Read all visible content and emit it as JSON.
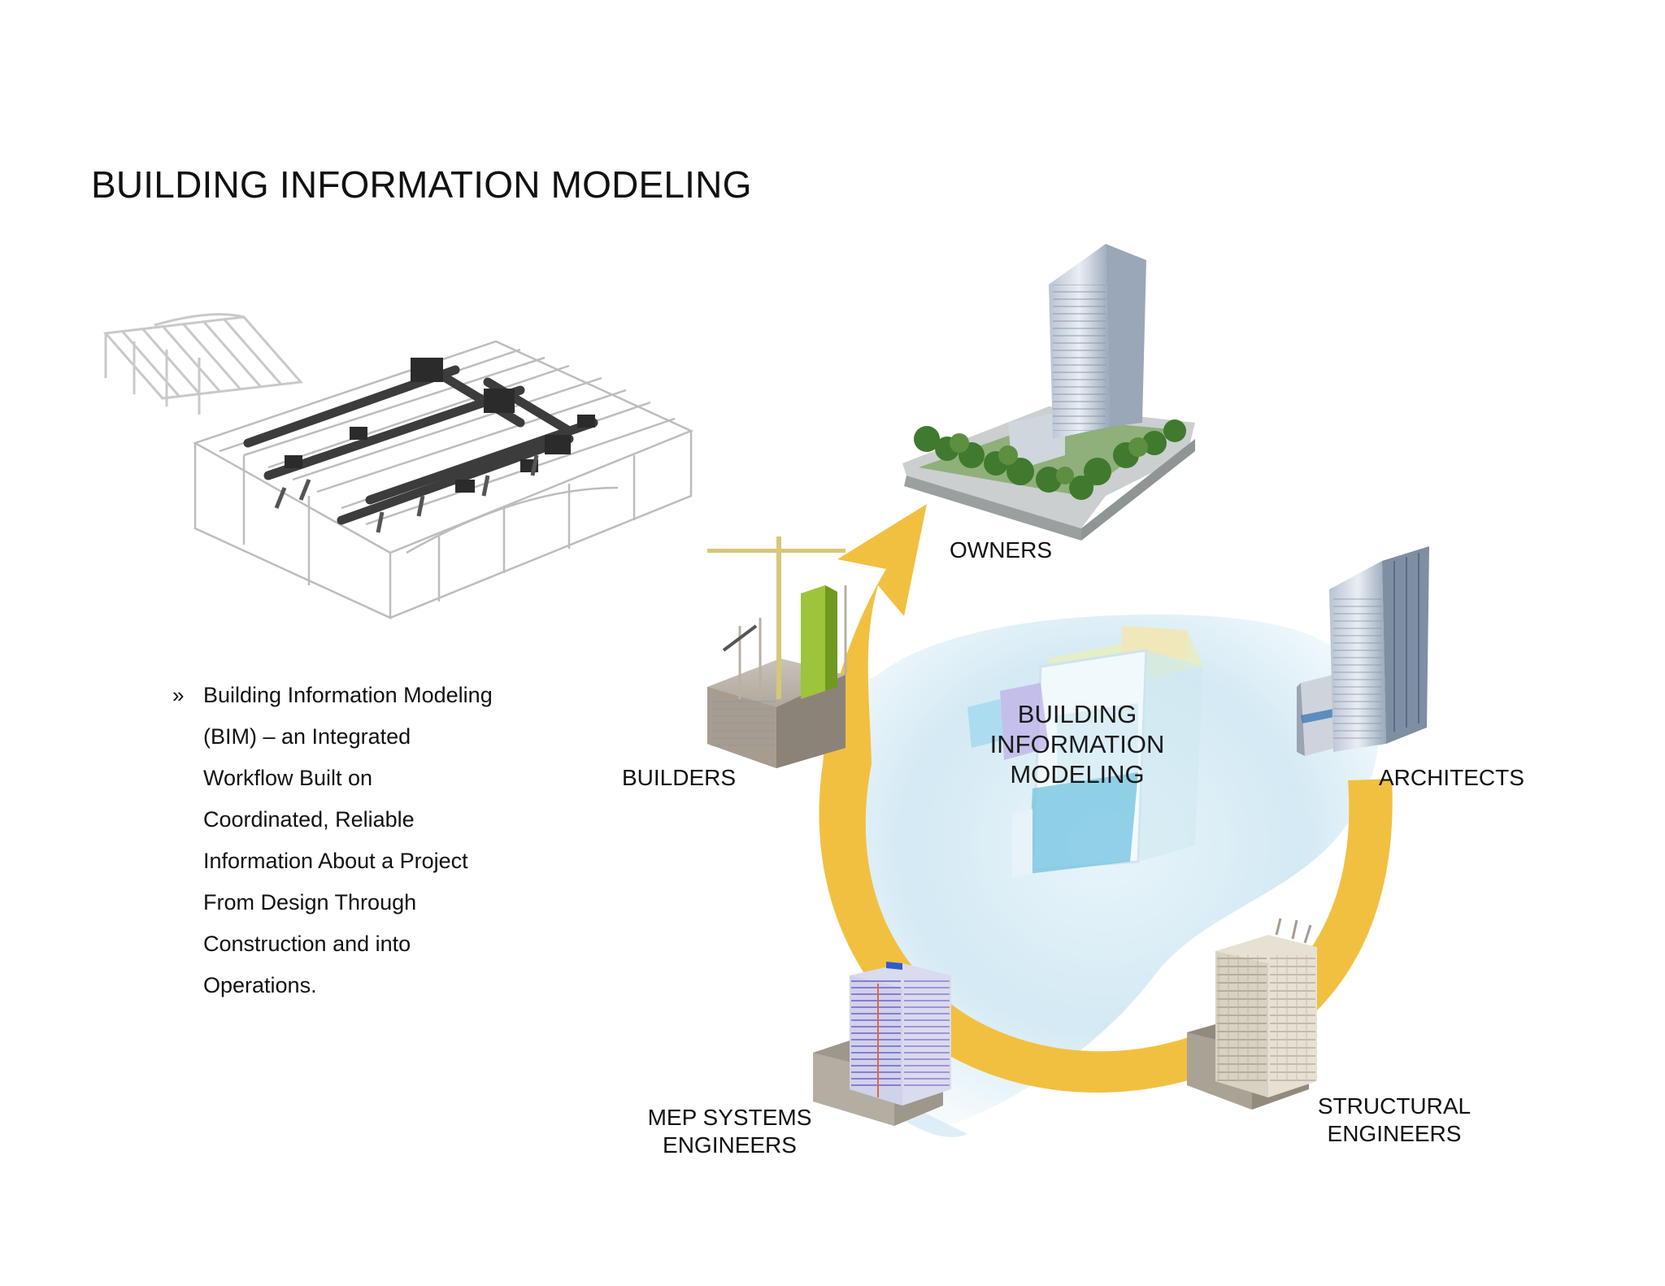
{
  "page": {
    "title": "BUILDING INFORMATION MODELING"
  },
  "bullet": {
    "marker": "»",
    "lines": [
      "Building Information Modeling",
      "(BIM) – an Integrated",
      "Workflow Built on",
      "Coordinated, Reliable",
      "Information About a Project",
      "From Design Through",
      "Construction and into",
      "Operations."
    ]
  },
  "diagram": {
    "center_lines": [
      "BUILDING",
      "INFORMATION",
      "MODELING"
    ],
    "labels": {
      "owners": "OWNERS",
      "builders": "BUILDERS",
      "architects": "ARCHITECTS",
      "mep_line1": "MEP SYSTEMS",
      "mep_line2": "ENGINEERS",
      "structural_line1": "STRUCTURAL",
      "structural_line2": "ENGINEERS"
    },
    "colors": {
      "cycle_arrow": "#f2c040",
      "center_cloud": "#cfe8f3"
    }
  }
}
